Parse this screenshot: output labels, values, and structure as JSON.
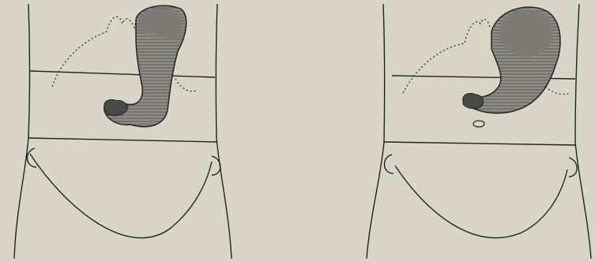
{
  "figure": {
    "panels": [
      {
        "id": "left-torso",
        "organ": "stomach",
        "shape": "elongated-vertical"
      },
      {
        "id": "right-torso",
        "organ": "stomach",
        "shape": "rounded-fundus"
      }
    ],
    "colors": {
      "paper": "#d9d6c8",
      "ink": "#222222",
      "organ_fill": "#8d8c86",
      "organ_dark": "#4a4a46"
    }
  }
}
